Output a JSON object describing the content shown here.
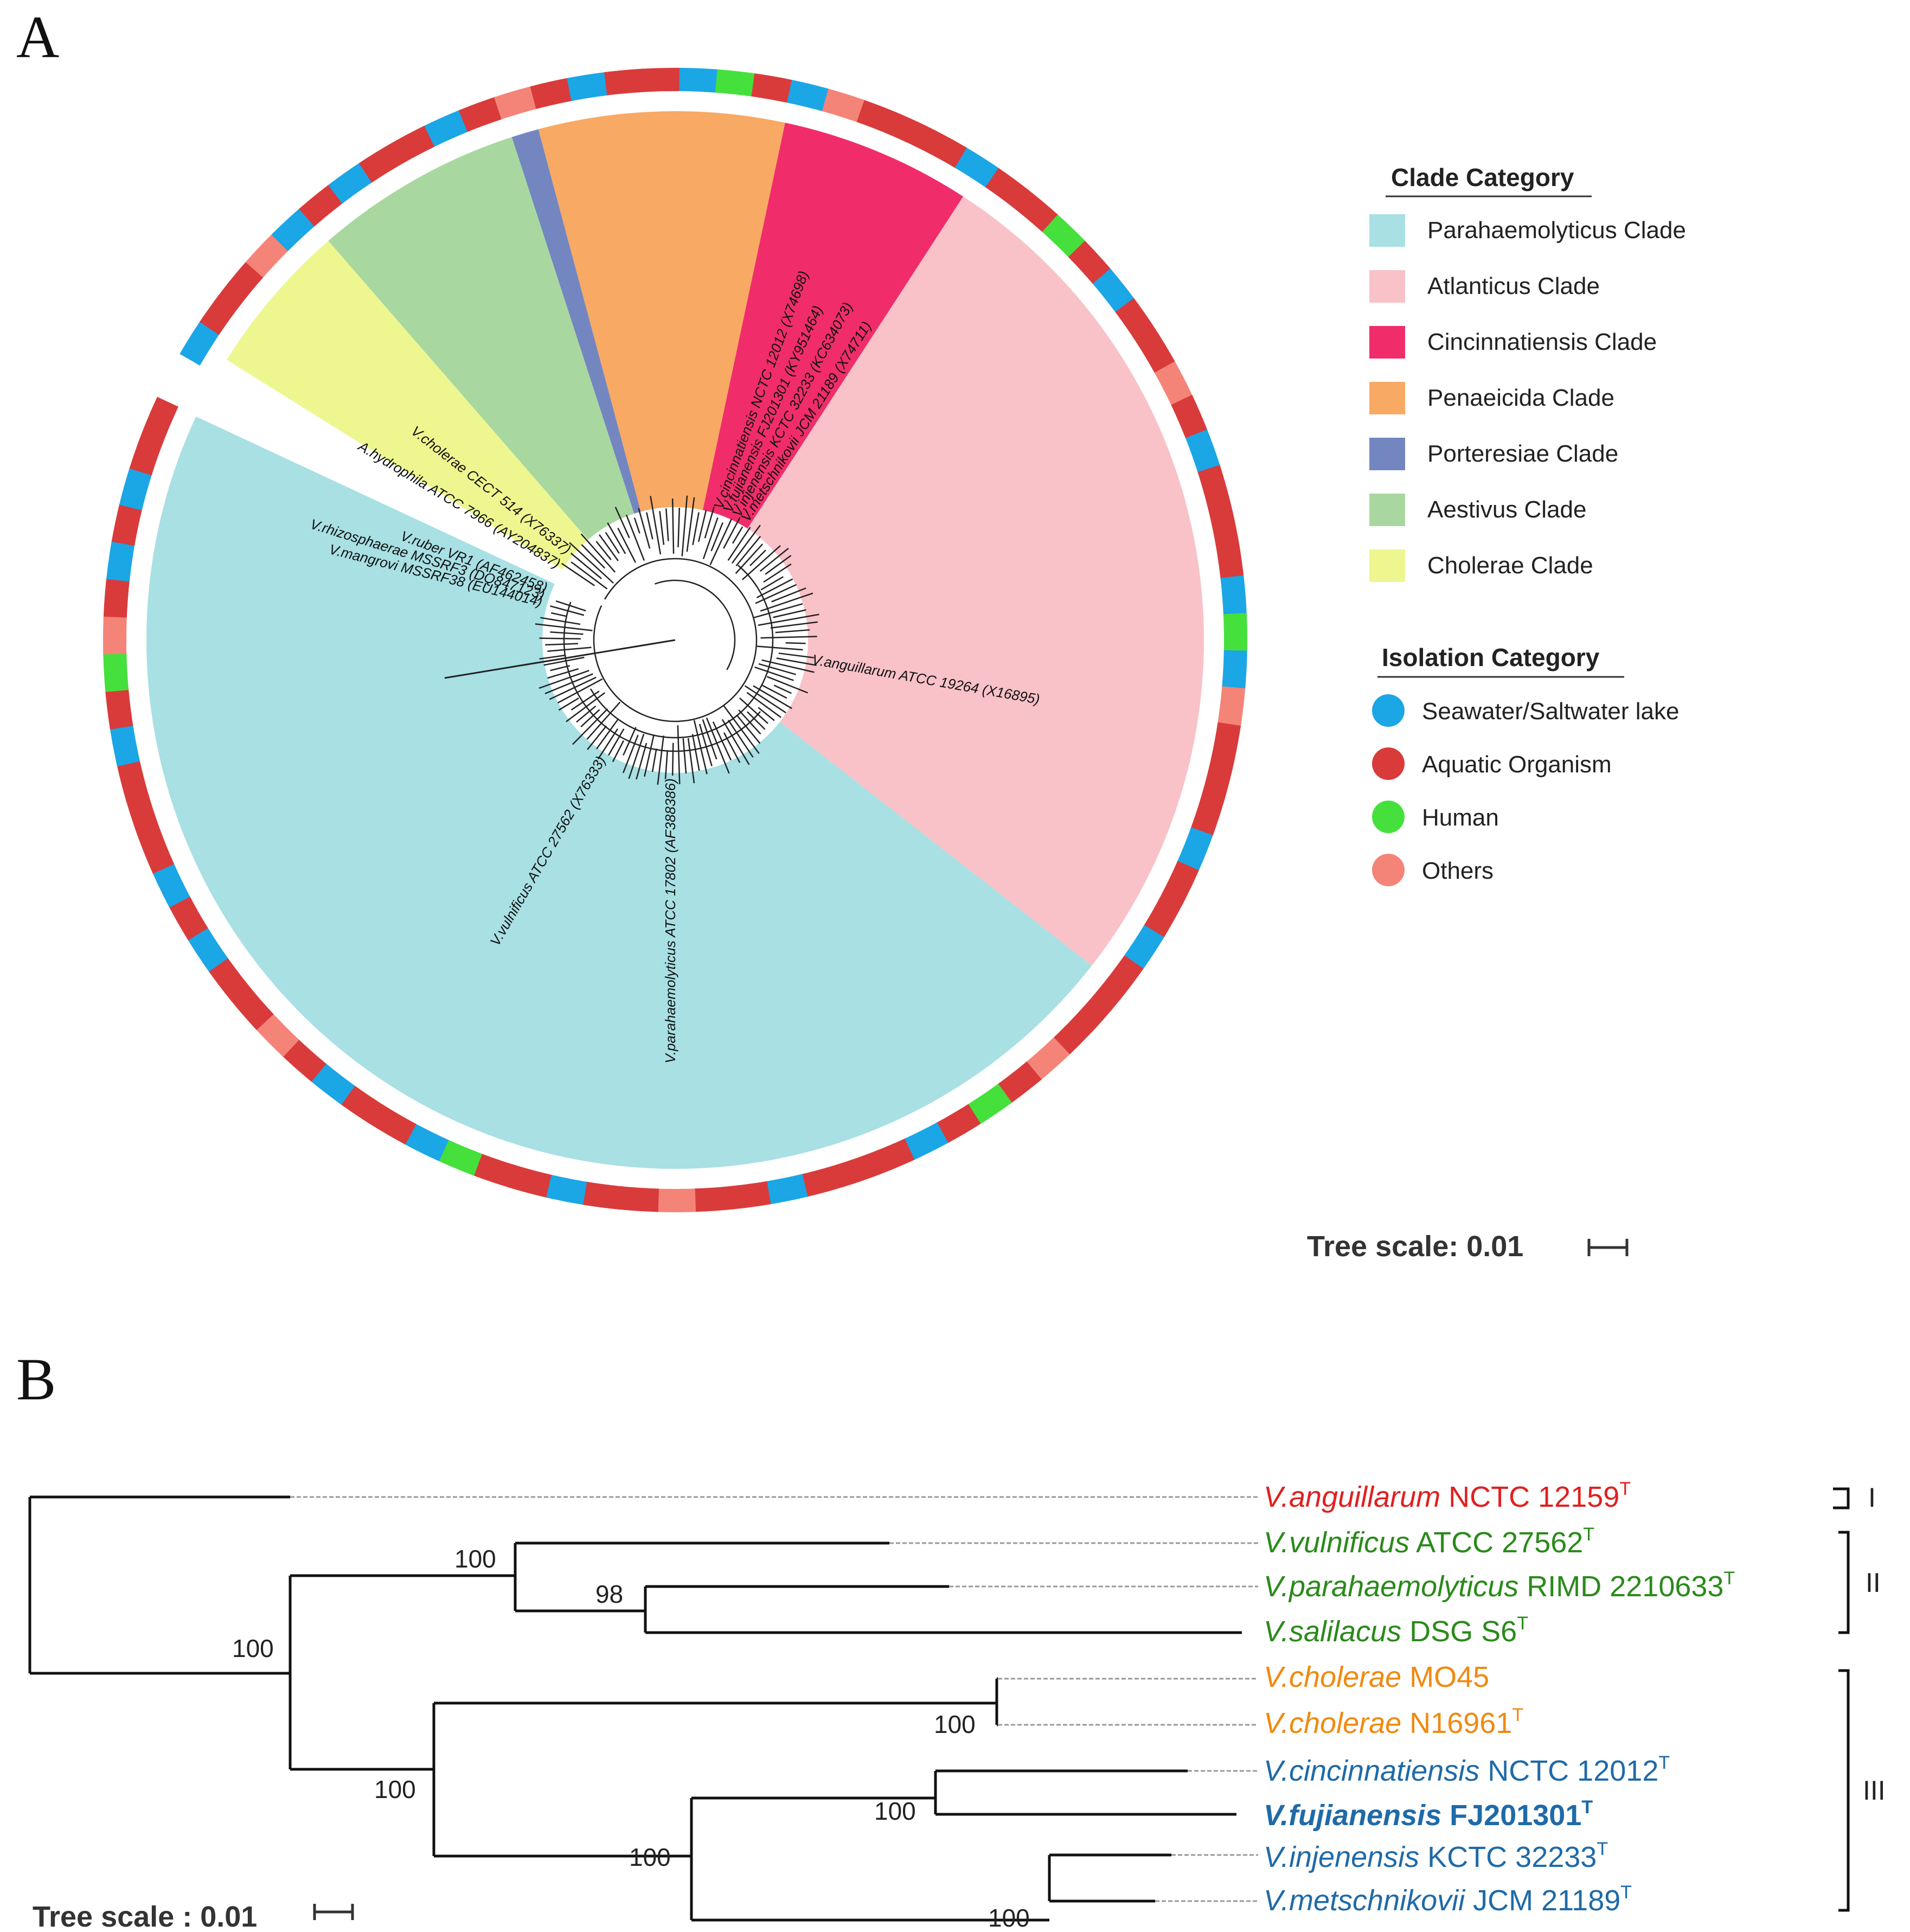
{
  "panel_a": {
    "letter": "A",
    "legend": {
      "clade_title": "Clade Category",
      "clades": [
        {
          "label": "Parahaemolyticus Clade",
          "color": "#a8e0e4"
        },
        {
          "label": "Atlanticus Clade",
          "color": "#f8c2c8"
        },
        {
          "label": "Cincinnatiensis Clade",
          "color": "#f02d6a"
        },
        {
          "label": "Penaeicida Clade",
          "color": "#f8a964"
        },
        {
          "label": "Porteresiae Clade",
          "color": "#7386c0"
        },
        {
          "label": "Aestivus Clade",
          "color": "#a8d8a0"
        },
        {
          "label": "Cholerae Clade",
          "color": "#eef690"
        }
      ],
      "isolation_title": "Isolation Category",
      "isolations": [
        {
          "label": "Seawater/Saltwater lake",
          "color": "#1ba6e6"
        },
        {
          "label": "Aquatic Organism",
          "color": "#d93b3b"
        },
        {
          "label": "Human",
          "color": "#46e03c"
        },
        {
          "label": "Others",
          "color": "#f58478"
        }
      ]
    },
    "scale": "Tree scale: 0.01",
    "sample_labels": [
      "V.ruber VR1 (AF462458)",
      "V.rhizosphaerae MSSRF3 (DQ847123)",
      "V.mangrovi MSSRF38 (EU144014)",
      "V.fujianensis FJ201301 (KY951464)",
      "V.cincinnatiensis NCTC 12012 (X74698)",
      "V.injenensis KCTC 32233 (KC634073)",
      "V.metschnikovii JCM 21189 (X74711)",
      "V.cholerae CECT 514 (X76337)",
      "A.hydrophila ATCC 7966 (AY204837)",
      "V.anguillarum ATCC 19264 (X16895)",
      "V.vulnificus ATCC 27562 (X76333)",
      "V.parahaemolyticus ATCC 17802 (AF388386)"
    ]
  },
  "panel_b": {
    "letter": "B",
    "scale": "Tree scale : 0.01",
    "taxa": [
      {
        "species": "V.anguillarum",
        "strain": "NCTC 12159",
        "sup": "T",
        "color": "#e02020",
        "bold": false
      },
      {
        "species": "V.vulnificus",
        "strain": "ATCC 27562",
        "sup": "T",
        "color": "#2a8a1a",
        "bold": false
      },
      {
        "species": "V.parahaemolyticus",
        "strain": "RIMD 2210633",
        "sup": "T",
        "color": "#2a8a1a",
        "bold": false
      },
      {
        "species": "V.salilacus",
        "strain": "DSG S6",
        "sup": "T",
        "color": "#2a8a1a",
        "bold": false
      },
      {
        "species": "V.cholerae",
        "strain": "MO45",
        "sup": "",
        "color": "#f08a10",
        "bold": false
      },
      {
        "species": "V.cholerae",
        "strain": "N16961",
        "sup": "T",
        "color": "#f08a10",
        "bold": false
      },
      {
        "species": "V.cincinnatiensis",
        "strain": "NCTC 12012",
        "sup": "T",
        "color": "#1f6aa8",
        "bold": false
      },
      {
        "species": "V.fujianensis",
        "strain": "FJ201301",
        "sup": "T",
        "color": "#1f6aa8",
        "bold": true
      },
      {
        "species": "V.injenensis",
        "strain": "KCTC 32233",
        "sup": "T",
        "color": "#1f6aa8",
        "bold": false
      },
      {
        "species": "V.metschnikovii",
        "strain": "JCM 21189",
        "sup": "T",
        "color": "#1f6aa8",
        "bold": false
      }
    ],
    "bootstrap": [
      "100",
      "98",
      "100",
      "100",
      "100",
      "100",
      "100",
      "100"
    ],
    "groups": [
      "I",
      "II",
      "III"
    ]
  }
}
